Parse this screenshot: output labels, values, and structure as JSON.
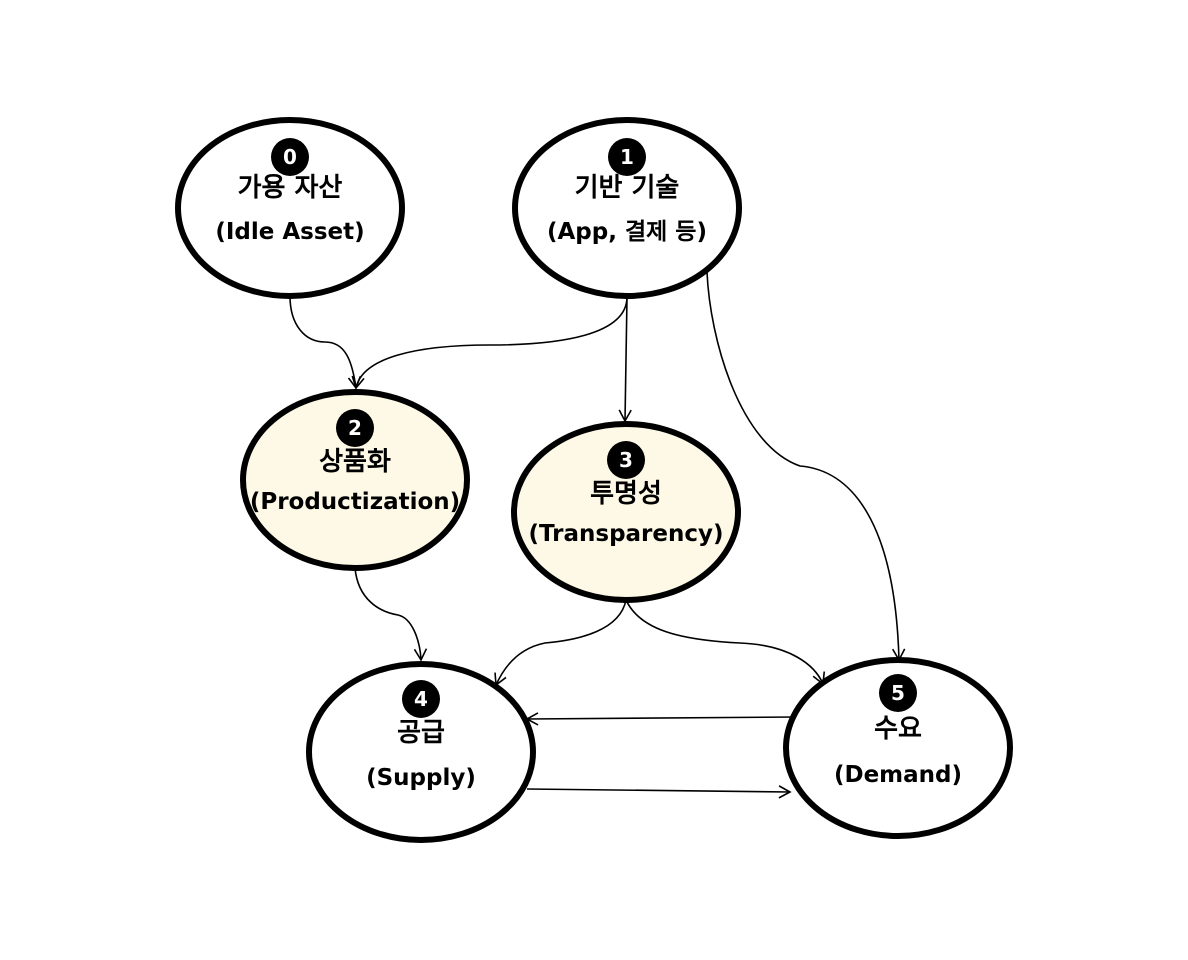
{
  "colors": {
    "node_default": "#ffffff",
    "node_highlight": "#fdf9e6",
    "stroke": "#000000",
    "badge": "#000000",
    "badge_text": "#ffffff"
  },
  "nodes": [
    {
      "id": "n0",
      "badge": "0",
      "title": "가용 자산",
      "subtitle": "(Idle Asset)",
      "highlight": false
    },
    {
      "id": "n1",
      "badge": "1",
      "title": "기반 기술",
      "subtitle": "(App, 결제 등)",
      "highlight": false
    },
    {
      "id": "n2",
      "badge": "2",
      "title": "상품화",
      "subtitle": "(Productization)",
      "highlight": true
    },
    {
      "id": "n3",
      "badge": "3",
      "title": "투명성",
      "subtitle": "(Transparency)",
      "highlight": true
    },
    {
      "id": "n4",
      "badge": "4",
      "title": "공급",
      "subtitle": "(Supply)",
      "highlight": false
    },
    {
      "id": "n5",
      "badge": "5",
      "title": "수요",
      "subtitle": "(Demand)",
      "highlight": false
    }
  ],
  "edges": [
    {
      "from": "n0",
      "to": "n2"
    },
    {
      "from": "n1",
      "to": "n2"
    },
    {
      "from": "n1",
      "to": "n3"
    },
    {
      "from": "n1",
      "to": "n5"
    },
    {
      "from": "n2",
      "to": "n4"
    },
    {
      "from": "n3",
      "to": "n4"
    },
    {
      "from": "n3",
      "to": "n5"
    },
    {
      "from": "n5",
      "to": "n4"
    },
    {
      "from": "n4",
      "to": "n5"
    }
  ]
}
